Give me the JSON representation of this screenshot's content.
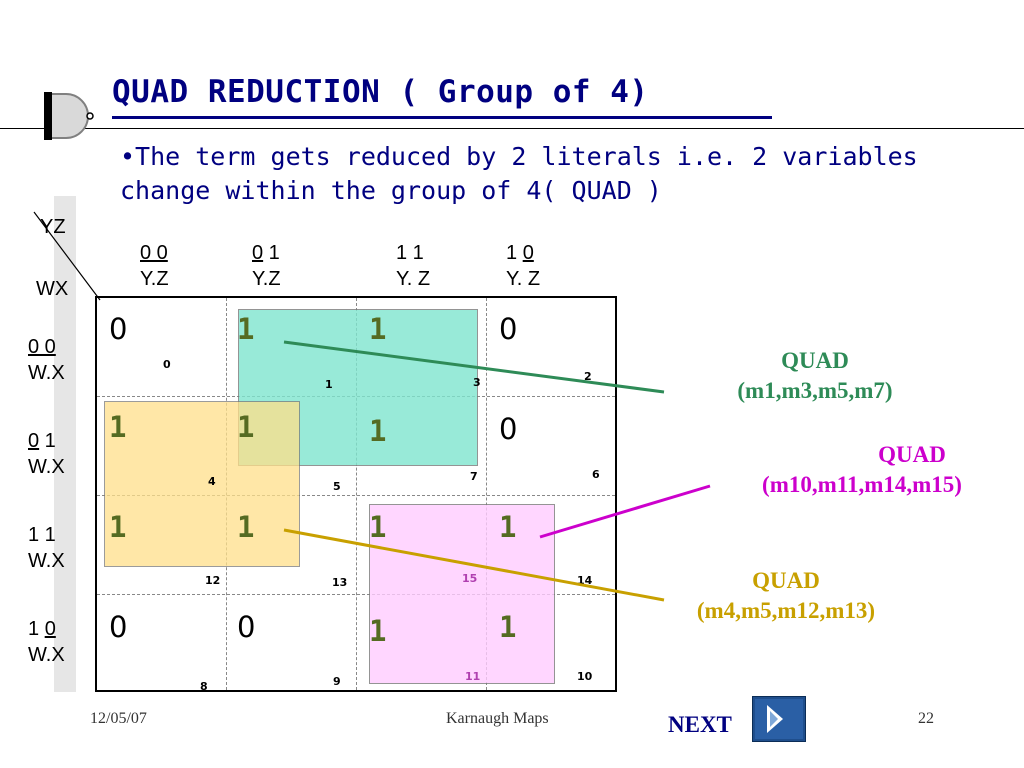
{
  "slide": {
    "title": "QUAD REDUCTION ( Group of 4)",
    "bullet": "•The term gets reduced by 2 literals i.e. 2 variables change within the group of 4( QUAD )"
  },
  "kmap": {
    "corner_top": "YZ",
    "corner_bottom": "WX",
    "col_headers": [
      {
        "pre": "",
        "u": "0 0",
        "post": "",
        "sub": "Y.Z"
      },
      {
        "pre": "",
        "u": "0",
        "post": " 1",
        "sub": "Y.Z"
      },
      {
        "pre": "1 1",
        "u": "",
        "post": "",
        "sub": "Y. Z"
      },
      {
        "pre": "1 ",
        "u": "0 ",
        "post": "",
        "sub": "Y. Z"
      }
    ],
    "row_headers": [
      {
        "pre": "",
        "u": "0  0",
        "post": "",
        "sub": "W.X"
      },
      {
        "pre": "",
        "u": "0",
        "post": " 1",
        "sub": "W.X"
      },
      {
        "pre": "1  1",
        "u": "",
        "post": "",
        "sub": "W.X"
      },
      {
        "pre": "1 ",
        "u": "0",
        "post": "",
        "sub": "W.X"
      }
    ],
    "cells": [
      [
        {
          "v": "0",
          "m": "0"
        },
        {
          "v": "1",
          "m": "1"
        },
        {
          "v": "1",
          "m": "3"
        },
        {
          "v": "0",
          "m": "2"
        }
      ],
      [
        {
          "v": "1",
          "m": "4"
        },
        {
          "v": "1",
          "m": "5"
        },
        {
          "v": "1",
          "m": "7"
        },
        {
          "v": "0",
          "m": "6"
        }
      ],
      [
        {
          "v": "1",
          "m": "12"
        },
        {
          "v": "1",
          "m": "13"
        },
        {
          "v": "1",
          "m": "15"
        },
        {
          "v": "1",
          "m": "14"
        }
      ],
      [
        {
          "v": "0",
          "m": "8"
        },
        {
          "v": "0",
          "m": "9"
        },
        {
          "v": "1",
          "m": "11"
        },
        {
          "v": "1",
          "m": "10"
        }
      ]
    ]
  },
  "quads": [
    {
      "label": "QUAD",
      "terms": "(m1,m3,m5,m7)",
      "color": "#2e8b57",
      "fill": "#7fe5cf"
    },
    {
      "label": "QUAD",
      "terms": "(m10,m11,m14,m15)",
      "color": "#cc00cc",
      "fill": "#ffccff"
    },
    {
      "label": "QUAD",
      "terms": "(m4,m5,m12,m13)",
      "color": "#c8a000",
      "fill": "#ffe08a"
    }
  ],
  "footer": {
    "date": "12/05/07",
    "title": "Karnaugh Maps",
    "page": "22",
    "next": "NEXT"
  }
}
